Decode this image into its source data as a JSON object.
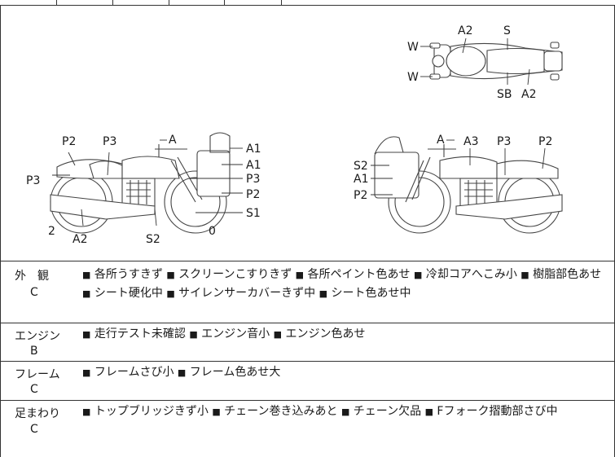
{
  "top_strip_text": "...",
  "diagram_labels": {
    "top_A2a": "A2",
    "top_S": "S",
    "top_W1": "W",
    "top_W2": "W",
    "top_SB": "SB",
    "top_A2b": "A2",
    "left_P2": "P2",
    "left_P3a": "P3",
    "left_A": "A",
    "left_A1a": "A1",
    "left_A1b": "A1",
    "left_P3b": "P3",
    "left_P2b": "P2",
    "left_S1": "S1",
    "left_P3c": "P3",
    "left_2": "2",
    "left_A2": "A2",
    "left_S2": "S2",
    "left_0": "0",
    "right_A": "A",
    "right_A3": "A3",
    "right_P3": "P3",
    "right_P2": "P2",
    "right_S2": "S2",
    "right_A1": "A1",
    "right_P2b": "P2"
  },
  "conditions": [
    {
      "category": "外　観",
      "grade": "C",
      "items": [
        "各所うすきず",
        "スクリーンこすりきず",
        "各所ペイント色あせ",
        "冷却コアへこみ小",
        "樹脂部色あせ",
        "シート硬化中",
        "サイレンサーカバーきず中",
        "シート色あせ中"
      ]
    },
    {
      "category": "エンジン",
      "grade": "B",
      "items": [
        "走行テスト未確認",
        "エンジン音小",
        "エンジン色あせ"
      ]
    },
    {
      "category": "フレーム",
      "grade": "C",
      "items": [
        "フレームさび小",
        "フレーム色あせ大"
      ]
    },
    {
      "category": "足まわり",
      "grade": "C",
      "items": [
        "トップブリッジきず小",
        "チェーン巻き込みあと",
        "チェーン欠品",
        "Fフォーク摺動部さび中"
      ]
    }
  ]
}
